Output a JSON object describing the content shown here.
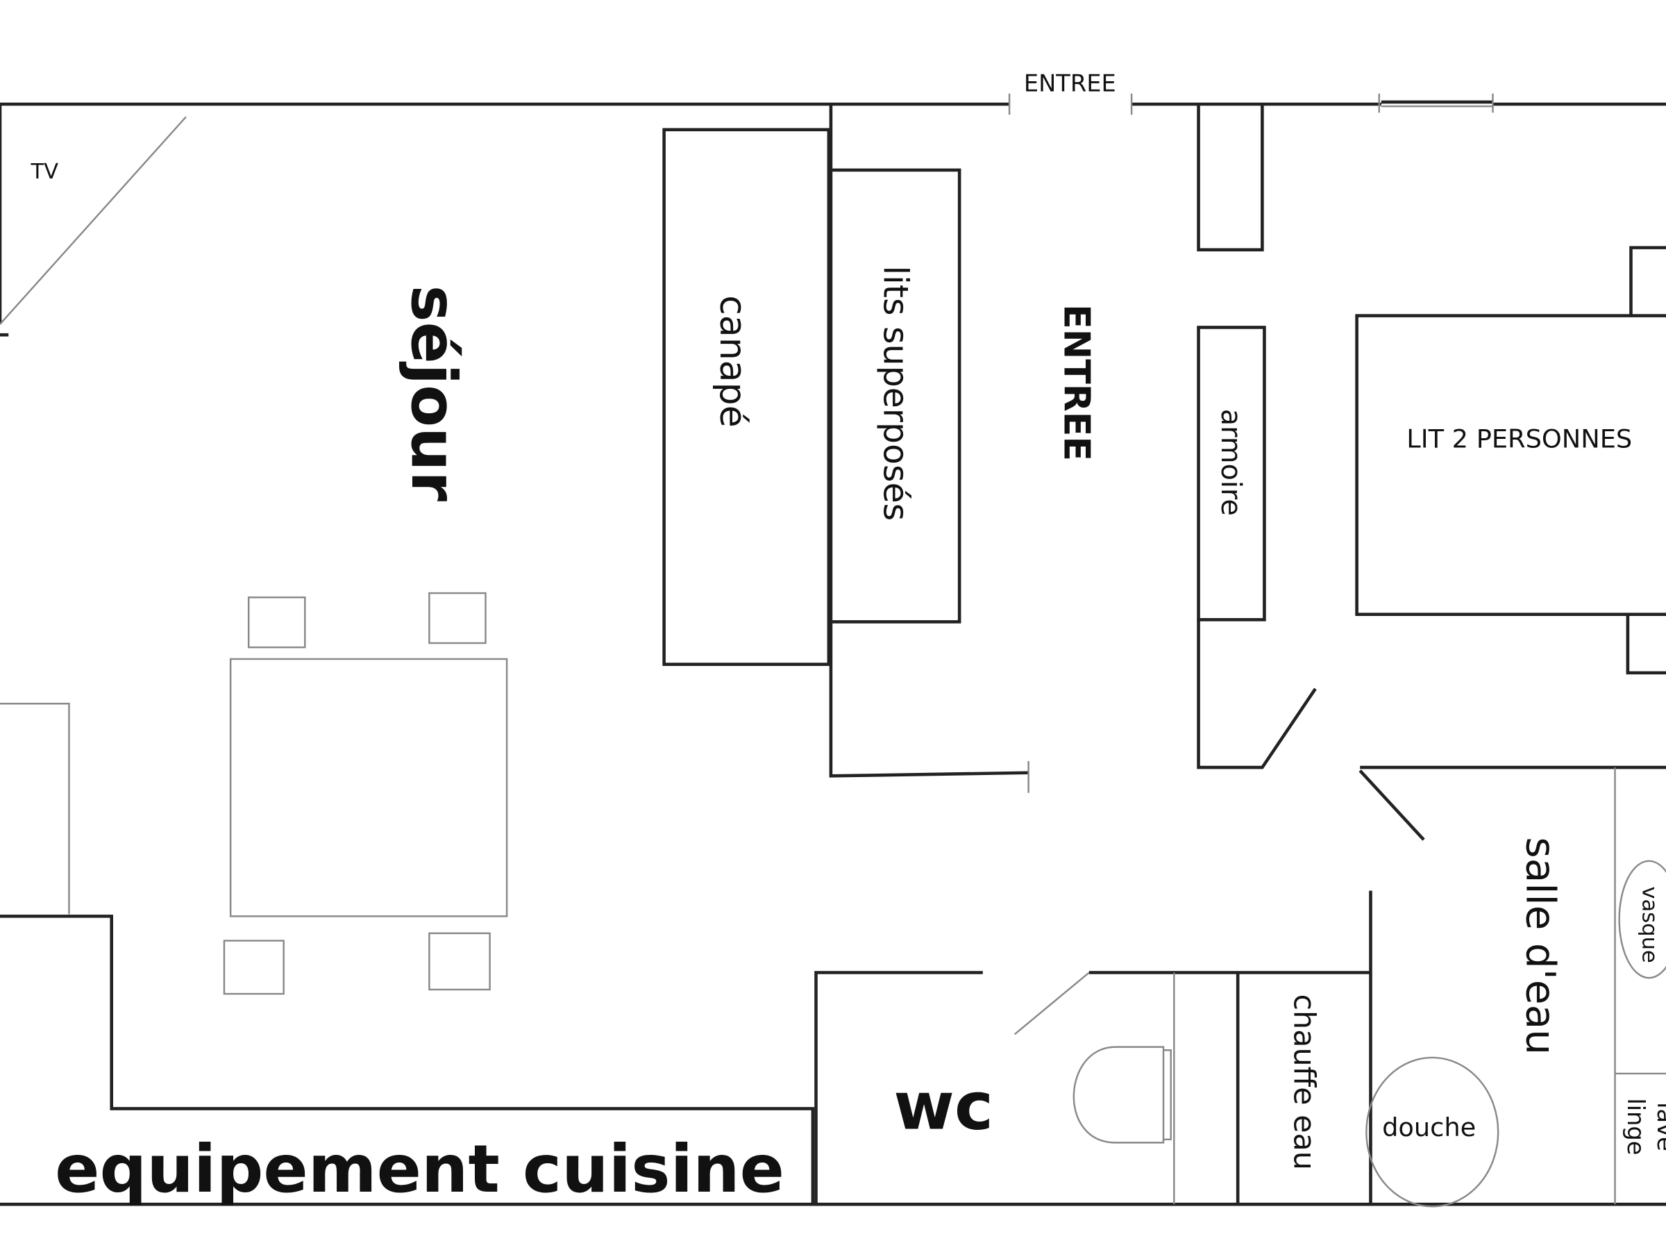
{
  "labels": {
    "entree_top": "ENTREE",
    "tv": "TV",
    "sejour": "séjour",
    "canape": "canapé",
    "lits": "lits superposés",
    "entree": "ENTREE",
    "armoire": "armoire",
    "lit2": "LIT 2 PERSONNES",
    "salle_eau": "salle d'eau",
    "vasque": "vasque",
    "lave": "lave",
    "linge": "linge",
    "chauffe_eau": "chauffe eau",
    "douche": "douche",
    "wc": "wc",
    "cuisine": "equipement cuisine"
  }
}
